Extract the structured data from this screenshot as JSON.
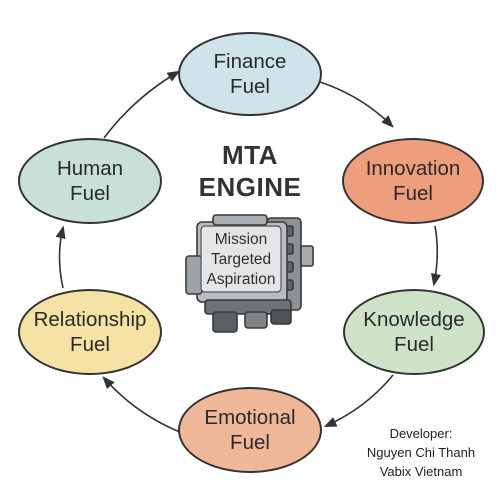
{
  "title": {
    "line1": "MTA",
    "line2": "ENGINE"
  },
  "engine": {
    "line1": "Mission",
    "line2": "Targeted",
    "line3": "Aspiration"
  },
  "nodes": [
    {
      "line1": "Finance",
      "line2": "Fuel",
      "color": "#cfe3ea"
    },
    {
      "line1": "Innovation",
      "line2": "Fuel",
      "color": "#ee9e7c"
    },
    {
      "line1": "Knowledge",
      "line2": "Fuel",
      "color": "#cfe3c8"
    },
    {
      "line1": "Emotional",
      "line2": "Fuel",
      "color": "#f0b798"
    },
    {
      "line1": "Relationship",
      "line2": "Fuel",
      "color": "#f4e3a4"
    },
    {
      "line1": "Human",
      "line2": "Fuel",
      "color": "#c8e0d6"
    }
  ],
  "credits": {
    "line1": "Developer:",
    "line2": "Nguyen Chi Thanh",
    "line3": "Vabix Vietnam"
  }
}
